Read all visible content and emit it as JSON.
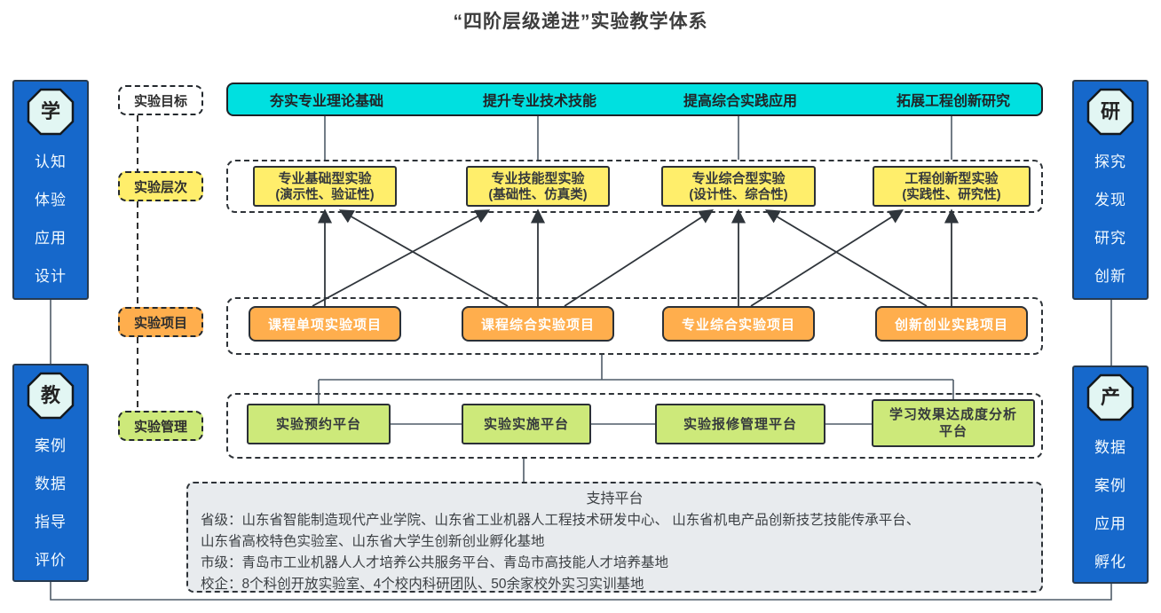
{
  "title": "“四阶层级递进”实验教学体系",
  "side_panels": {
    "study": {
      "badge": "学",
      "items": [
        "认知",
        "体验",
        "应用",
        "设计"
      ]
    },
    "research": {
      "badge": "研",
      "items": [
        "探究",
        "发现",
        "研究",
        "创新"
      ]
    },
    "teach": {
      "badge": "教",
      "items": [
        "案例",
        "数据",
        "指导",
        "评价"
      ]
    },
    "industry": {
      "badge": "产",
      "items": [
        "数据",
        "案例",
        "应用",
        "孵化"
      ]
    }
  },
  "rows": {
    "goals": {
      "label": "实验目标",
      "items": [
        "夯实专业理论基础",
        "提升专业技术技能",
        "提高综合实践应用",
        "拓展工程创新研究"
      ]
    },
    "levels": {
      "label": "实验层次",
      "items": [
        {
          "title": "专业基础型实验",
          "sub": "(演示性、验证性)"
        },
        {
          "title": "专业技能型实验",
          "sub": "(基础性、仿真类)"
        },
        {
          "title": "专业综合型实验",
          "sub": "(设计性、综合性)"
        },
        {
          "title": "工程创新型实验",
          "sub": "(实践性、研究性)"
        }
      ]
    },
    "projects": {
      "label": "实验项目",
      "items": [
        "课程单项实验项目",
        "课程综合实验项目",
        "专业综合实验项目",
        "创新创业实践项目"
      ]
    },
    "management": {
      "label": "实验管理",
      "items": [
        "实验预约平台",
        "实验实施平台",
        "实验报修管理平台",
        "学习效果达成度分析\n平台"
      ]
    }
  },
  "support": {
    "title": "支持平台",
    "lines": [
      "省级：山东省智能制造现代产业学院、山东省工业机器人工程技术研发中心、 山东省机电产品创新技艺技能传承平台、",
      "山东省高校特色实验室、山东省大学生创新创业孵化基地",
      "市级：青岛市工业机器人人才培养公共服务平台、青岛市高技能人才培养基地",
      "校企：8个科创开放实验室、4个校内科研团队、50余家校外实习实训基地"
    ]
  },
  "colors": {
    "panel_blue": "#1668cb",
    "goal_cyan": "#00e0e0",
    "level_yellow": "#ffee6b",
    "project_orange": "#ffae4d",
    "manage_green": "#cde97a",
    "support_gray": "#e8ebee"
  }
}
